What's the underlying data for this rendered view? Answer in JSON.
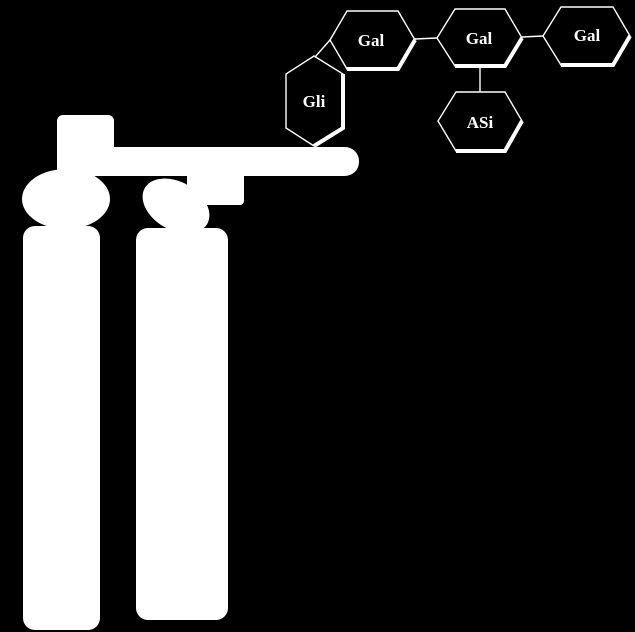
{
  "colors": {
    "background": "#000000",
    "foreground": "#ffffff"
  },
  "glycan": {
    "residues": [
      {
        "id": "gli",
        "label": "Gli"
      },
      {
        "id": "gal1",
        "label": "Gal"
      },
      {
        "id": "gal2",
        "label": "Gal"
      },
      {
        "id": "gal3",
        "label": "Gal"
      },
      {
        "id": "asi",
        "label": "ASi"
      }
    ]
  }
}
